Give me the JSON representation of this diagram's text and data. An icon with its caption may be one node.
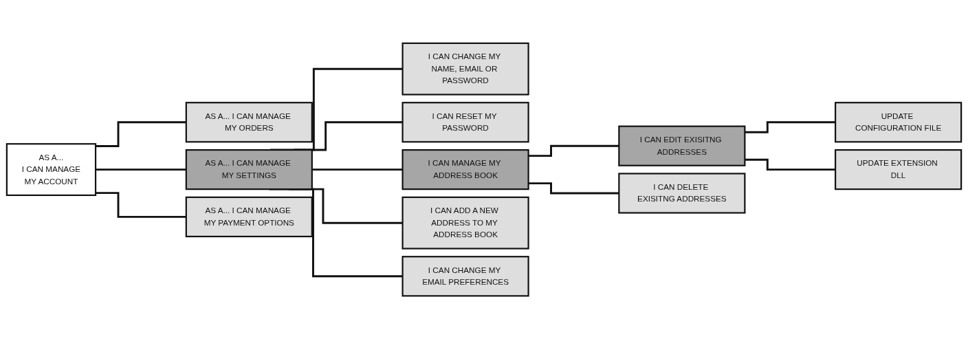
{
  "diagram": {
    "nodes": [
      {
        "text": [
          "AS A...",
          "I CAN MANAGE",
          "MY ACCOUNT"
        ]
      },
      {
        "text": [
          "AS A... I CAN MANAGE MY ORDERS"
        ]
      },
      {
        "text": [
          "AS A... I CAN MANAGE MY PAYMENT OPTIONS"
        ]
      },
      {
        "text": [
          "AS A... I CAN MANAGE MY SETTINGS"
        ]
      },
      {
        "text": [
          "I CAN CHANGE MY NAME, EMAIL OR PASSWORD"
        ]
      },
      {
        "text": [
          "I CAN RESET MY PASSWORD"
        ]
      },
      {
        "text": [
          "I CAN MANAGE MY ADDRESS BOOK"
        ]
      },
      {
        "text": [
          "I CAN ADD A NEW ADDRESS TO MY ADDRESS BOOK"
        ]
      },
      {
        "text": [
          "I CAN CHANGE MY EMAIL PREFERENCES"
        ]
      },
      {
        "text": [
          "I CAN EDIT EXISITNG ADDRESSES"
        ]
      },
      {
        "text": [
          "I CAN DELETE EXISITNG ADDRESSES"
        ]
      },
      {
        "text": [
          "UPDATE CONFIGURATION FILE"
        ]
      },
      {
        "text": [
          "UPDATE EXTENSION DLL"
        ]
      }
    ],
    "edges": [
      {
        "from": 0,
        "to": 1,
        "arrow": "none"
      },
      {
        "from": 0,
        "to": 2,
        "arrow": "none"
      },
      {
        "from": 0,
        "to": 3,
        "arrow": "none"
      },
      {
        "from": 3,
        "to": 4,
        "arrow": "none"
      },
      {
        "from": 3,
        "to": 5,
        "arrow": "none"
      },
      {
        "from": 3,
        "to": 6,
        "arrow": "none"
      },
      {
        "from": 3,
        "to": 7,
        "arrow": "none"
      },
      {
        "from": 3,
        "to": 8,
        "arrow": "none"
      },
      {
        "from": 6,
        "to": 9,
        "arrow": "none"
      },
      {
        "from": 6,
        "to": 10,
        "arrow": "none"
      },
      {
        "from": 9,
        "to": 11,
        "arrow": "none"
      },
      {
        "from": 9,
        "to": 12,
        "arrow": "none"
      }
    ]
  }
}
